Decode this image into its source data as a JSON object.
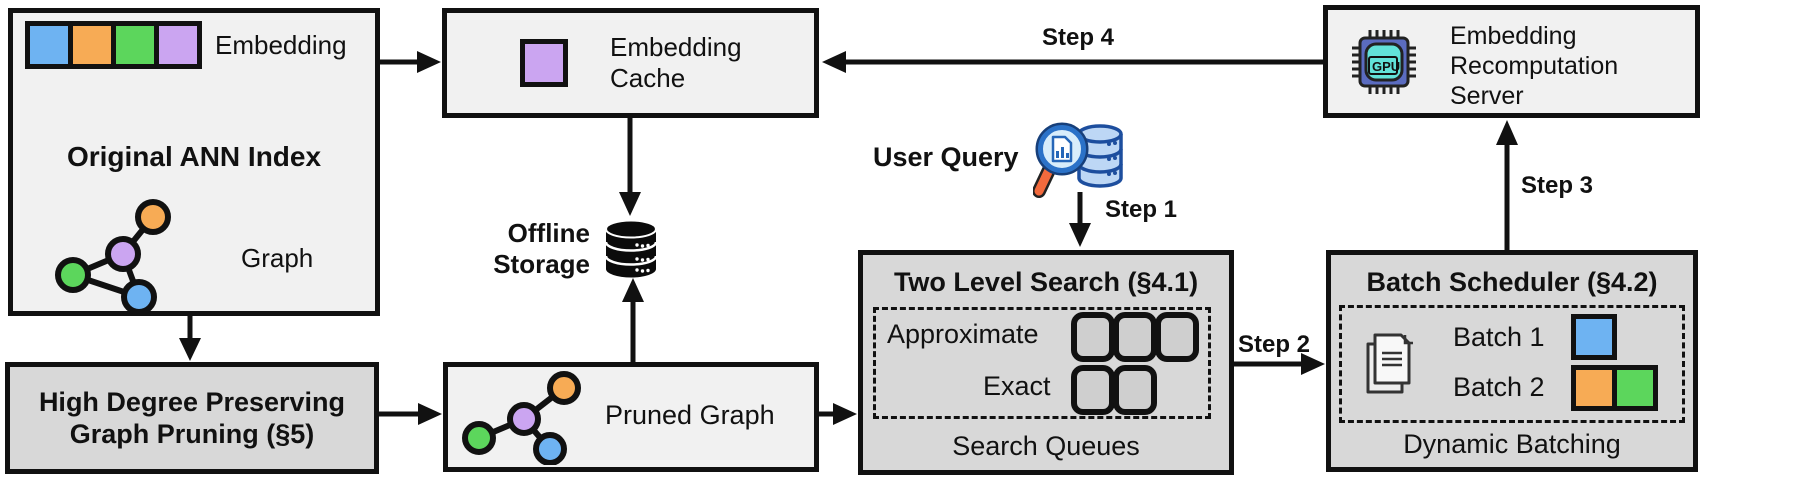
{
  "diagram": {
    "colors": {
      "outline": "#111111",
      "box_light": "#f1f1f1",
      "box_dark": "#d8d8d8",
      "queue_slot": "#cfcfcf",
      "blue": "#6eb3f2",
      "orange": "#f7ab55",
      "green": "#5cd65c",
      "purple": "#cba5f1",
      "gpu_body": "#5b6cc0",
      "gpu_core": "#62e2d9",
      "magnifier_rim": "#2b72c8",
      "magnifier_glass": "#d8edfb",
      "magnifier_handle": "#f26a3d",
      "query_db_fill": "#bdd7f5",
      "query_db_outline": "#1d4e9e"
    },
    "ann_index": {
      "title": "Original ANN Index",
      "embedding_label": "Embedding",
      "graph_label": "Graph"
    },
    "embedding_cache": {
      "label": "Embedding\nCache"
    },
    "recomputation_server": {
      "label": "Embedding\nRecomputation\nServer",
      "gpu_text": "GPU"
    },
    "offline_storage": {
      "label": "Offline\nStorage"
    },
    "user_query": {
      "label": "User Query"
    },
    "steps": {
      "step1": "Step 1",
      "step2": "Step 2",
      "step3": "Step 3",
      "step4": "Step 4"
    },
    "two_level_search": {
      "title": "Two Level Search (§4.1)",
      "row1": "Approximate",
      "row2": "Exact",
      "caption": "Search Queues"
    },
    "batch_scheduler": {
      "title": "Batch Scheduler (§4.2)",
      "batch1": "Batch 1",
      "batch2": "Batch 2",
      "caption": "Dynamic Batching"
    },
    "graph_pruning": {
      "title": "High Degree Preserving\nGraph Pruning (§5)"
    },
    "pruned_graph": {
      "label": "Pruned Graph"
    }
  }
}
